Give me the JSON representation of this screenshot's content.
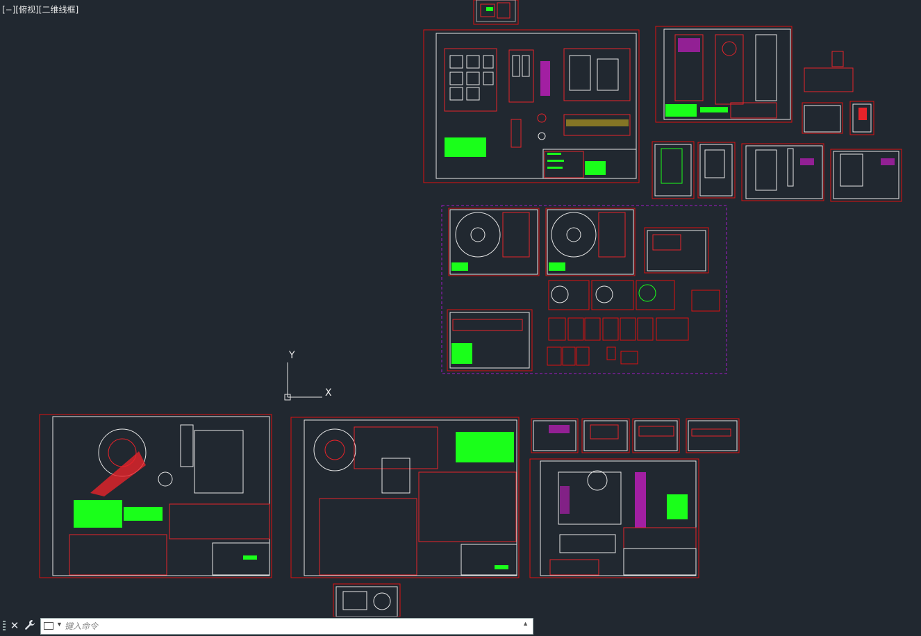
{
  "viewport": {
    "label": "[−][俯视][二维线框]",
    "background": "#212830",
    "border_color": "#d11",
    "frame_color": "#e6e6e6",
    "geometry_color": "#e8232a",
    "text_block_color": "#1aff1a",
    "highlight_color": "#ff2bd6"
  },
  "ucs_icon": {
    "x_label": "X",
    "y_label": "Y"
  },
  "command_line": {
    "close_icon": "close-icon",
    "customize_icon": "wrench-icon",
    "prompt_icon": "command-prompt-icon",
    "placeholder": "键入命令",
    "history_icon": "chevron-up-icon"
  }
}
